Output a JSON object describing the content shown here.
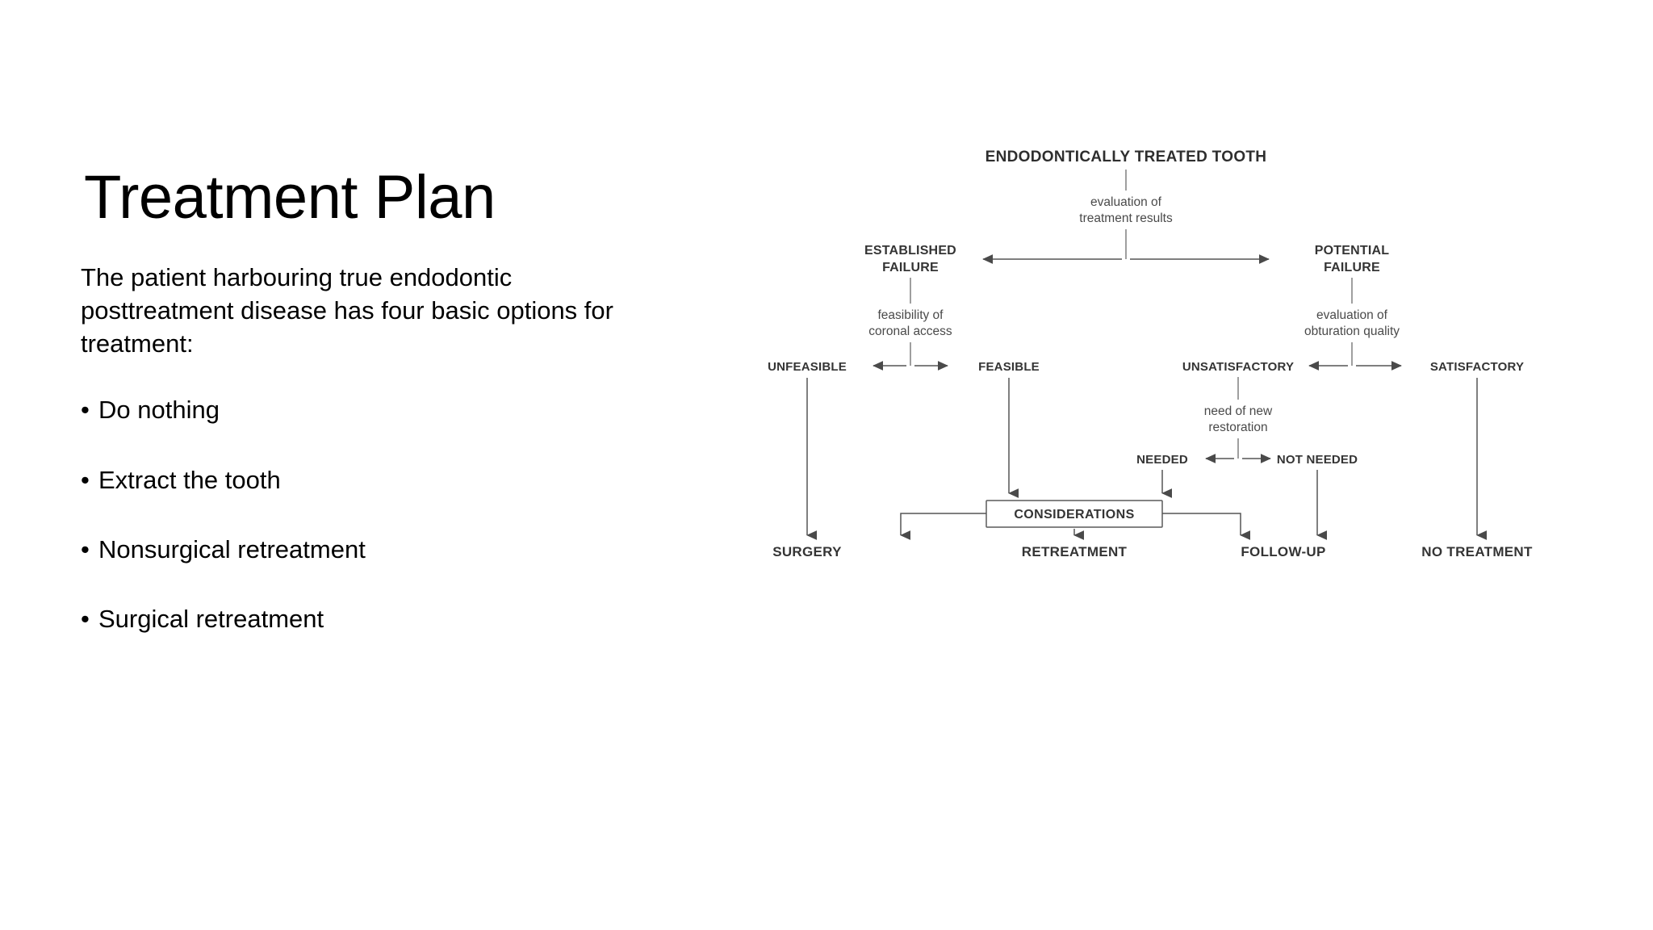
{
  "slide": {
    "title": "Treatment Plan",
    "lead_paragraph": " The patient harbouring true endodontic posttreatment disease has four basic options for treatment:",
    "bullet_marker": "•",
    "bullets": [
      {
        "label": "Do nothing"
      },
      {
        "label": "Extract the tooth"
      },
      {
        "label": "Nonsurgical retreatment"
      },
      {
        "label": "Surgical retreatment"
      }
    ]
  },
  "figure": {
    "name": "endodontic-failure-decision-flowchart",
    "root": "ENDODONTICALLY TREATED TOOTH",
    "criteria": [
      {
        "id": "evaluation-treatment-results",
        "line1": "evaluation  of",
        "line2": "treatment  results"
      },
      {
        "id": "feasibility-coronal-access",
        "line1": "feasibility  of",
        "line2": "coronal  access"
      },
      {
        "id": "evaluation-obturation-quality",
        "line1": "evaluation  of",
        "line2": "obturation  quality"
      },
      {
        "id": "need-of-new-restoration",
        "line1": "need of new",
        "line2": "restoration"
      }
    ],
    "nodes": [
      {
        "id": "established-failure",
        "line1": "ESTABLISHED",
        "line2": "FAILURE"
      },
      {
        "id": "potential-failure",
        "line1": "POTENTIAL",
        "line2": "FAILURE"
      },
      {
        "id": "unfeasible",
        "label": "UNFEASIBLE"
      },
      {
        "id": "feasible",
        "label": "FEASIBLE"
      },
      {
        "id": "unsatisfactory",
        "label": "UNSATISFACTORY"
      },
      {
        "id": "satisfactory",
        "label": "SATISFACTORY"
      },
      {
        "id": "needed",
        "label": "NEEDED"
      },
      {
        "id": "not-needed",
        "label": "NOT NEEDED"
      }
    ],
    "decision_box": "CONSIDERATIONS",
    "outcomes": [
      {
        "id": "surgery",
        "label": "SURGERY"
      },
      {
        "id": "retreatment",
        "label": "RETREATMENT"
      },
      {
        "id": "follow-up",
        "label": "FOLLOW-UP"
      },
      {
        "id": "no-treatment",
        "label": "NO TREATMENT"
      }
    ],
    "colors": {
      "line": "#555555",
      "text": "#343434",
      "heading": "#2e2e2e",
      "criteria_text": "#4a4a4a"
    }
  }
}
